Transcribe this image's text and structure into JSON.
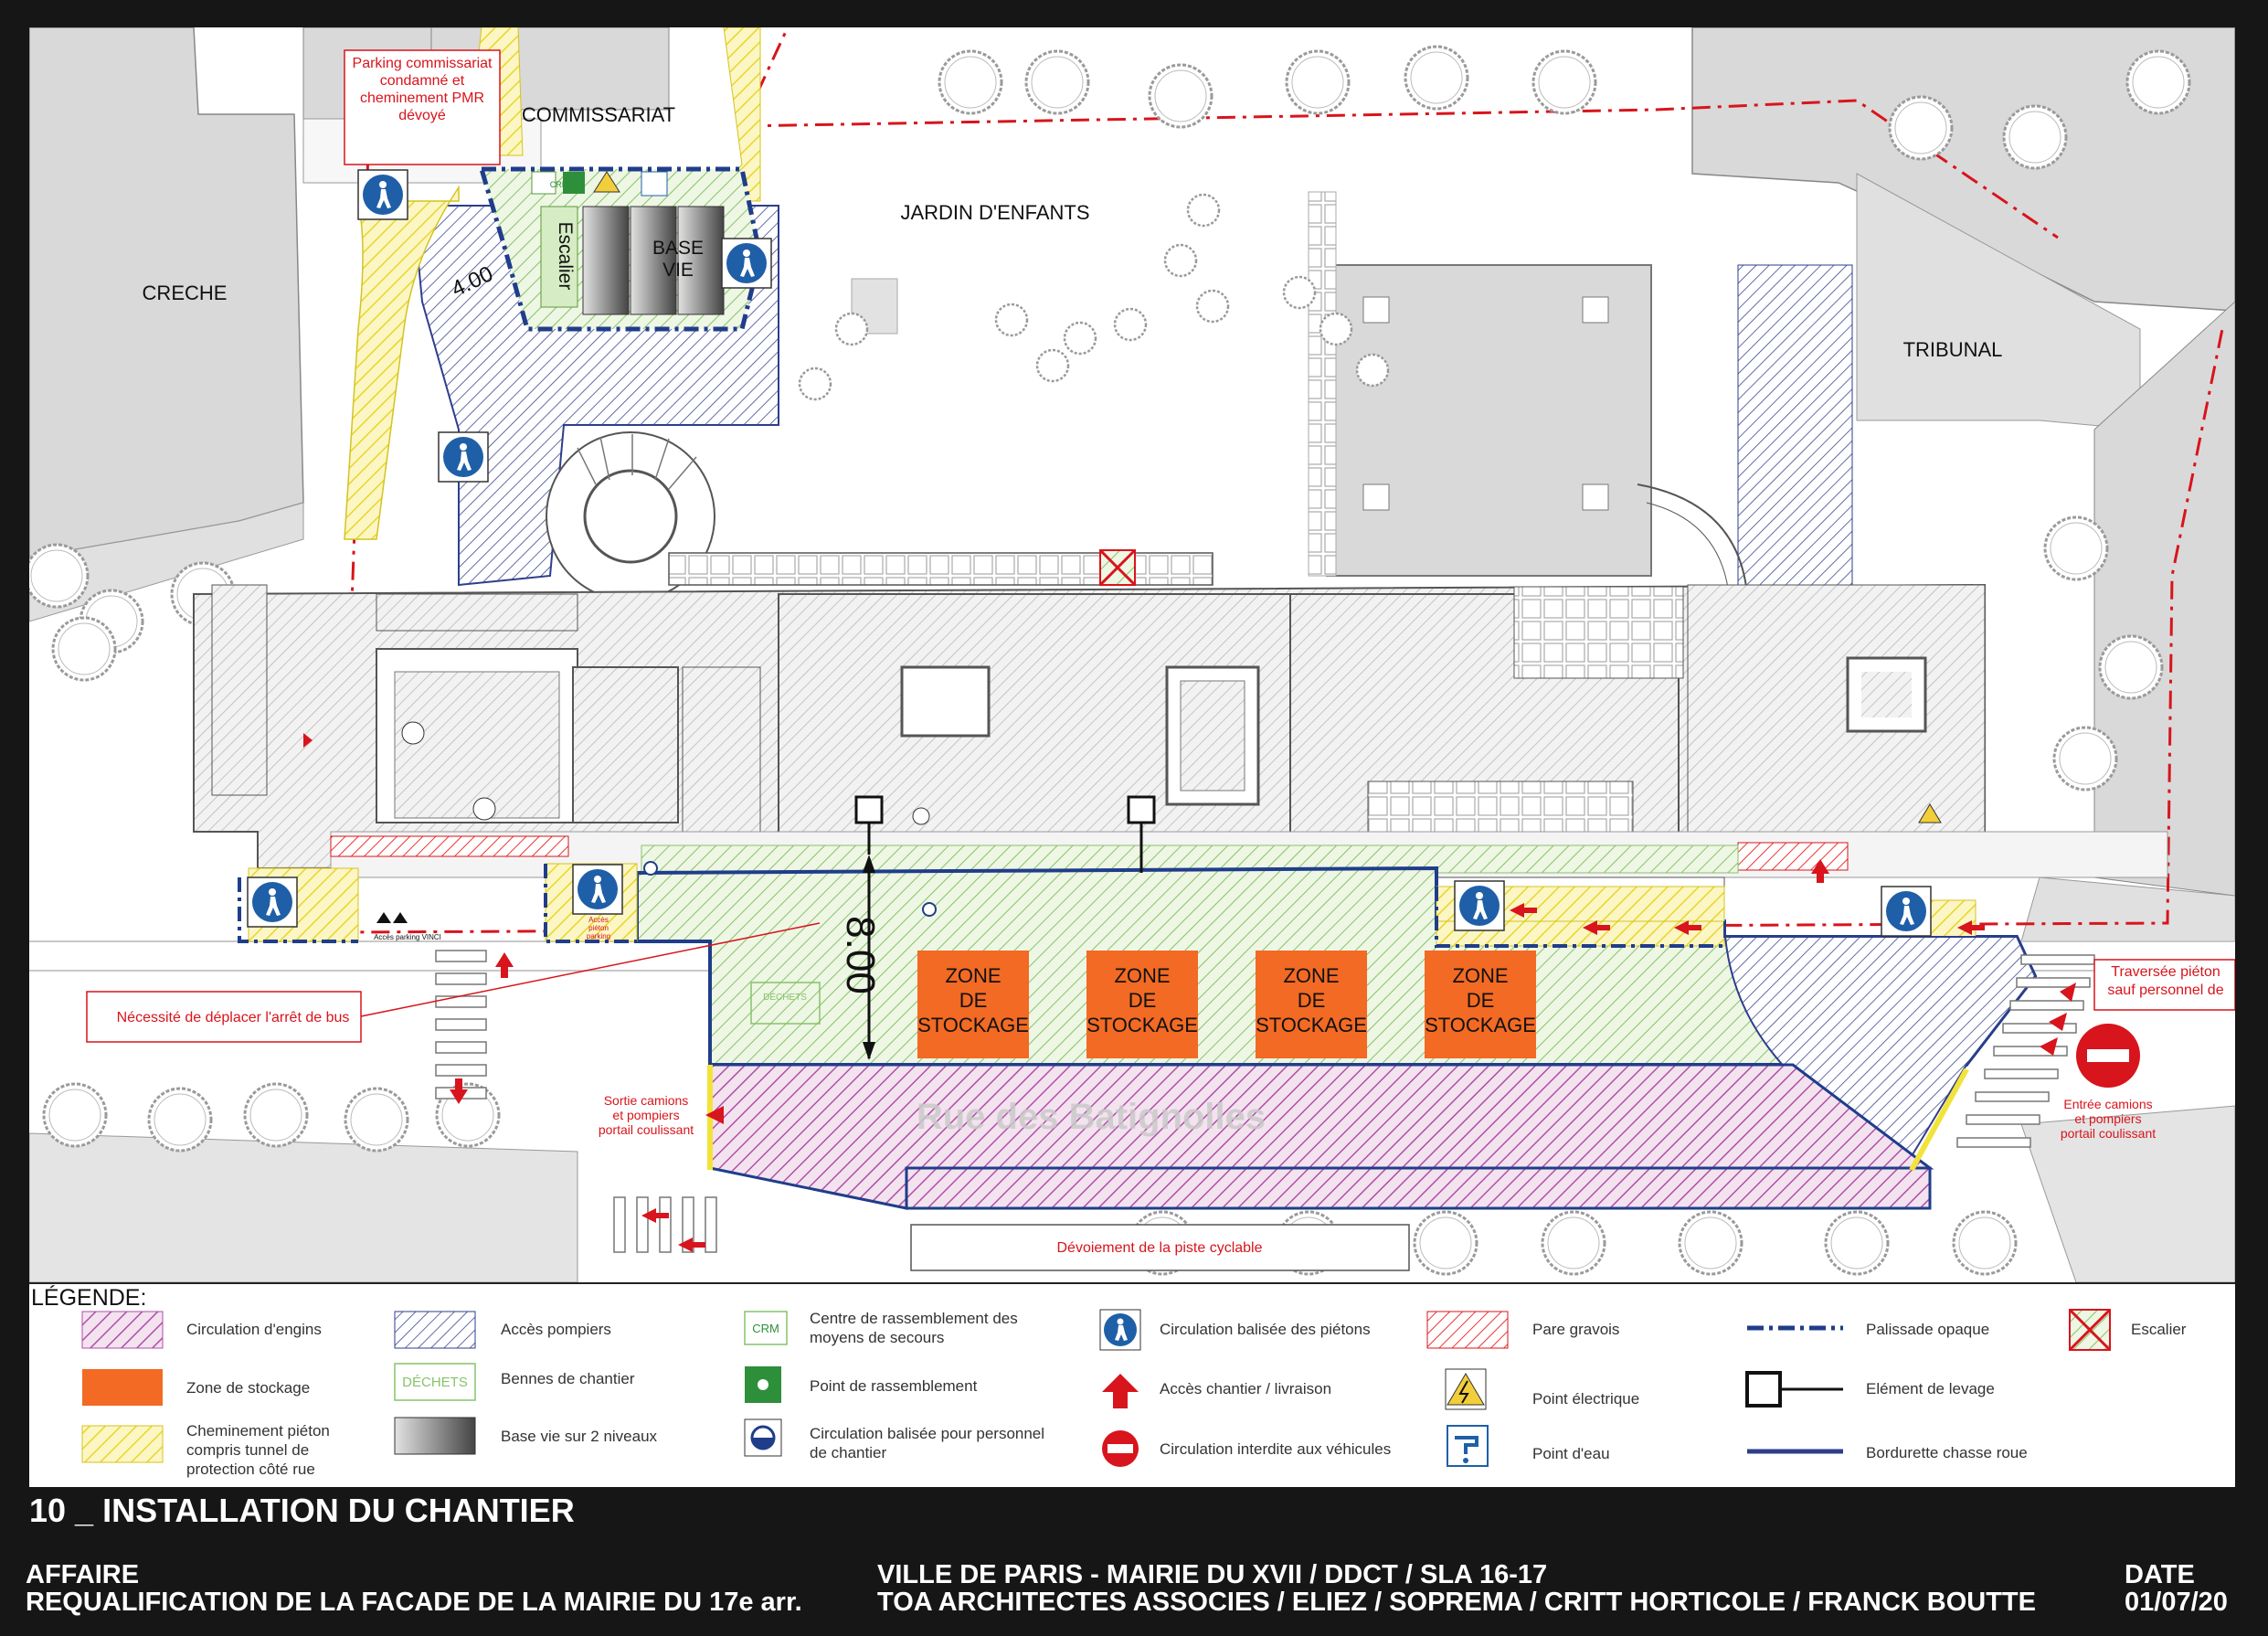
{
  "plan": {
    "building_labels": {
      "creche": "CRECHE",
      "commissariat": "COMMISSARIAT",
      "jardin": "JARDIN D'ENFANTS",
      "tribunal": "TRIBUNAL",
      "base_vie": "BASE\nVIE",
      "escalier": "Escalier"
    },
    "dimensions": {
      "top": "4.00",
      "main": "8.00"
    },
    "storage_zones": [
      {
        "label": "ZONE\nDE\nSTOCKAGE"
      },
      {
        "label": "ZONE\nDE\nSTOCKAGE"
      },
      {
        "label": "ZONE\nDE\nSTOCKAGE"
      },
      {
        "label": "ZONE\nDE\nSTOCKAGE"
      }
    ],
    "street_name": "Rue des Batignolles",
    "annotations": {
      "parking_notice": "Parking commissariat\ncondamné et\ncheminement PMR\ndévoyé",
      "bus_stop": "Nécessité de déplacer l'arrêt de bus",
      "exit_trucks": "Sortie camions\net pompiers\nportail coulissant",
      "entry_trucks": "Entrée camions\net pompiers\nportail coulissant",
      "crossing": "Traversée piéton\nsauf personnel de",
      "bike_path": "Dévoiement de la piste cyclable",
      "parking_access": "Accès parking VINCI",
      "ped_access": "Accès\npiéton\nparking",
      "crm_badge": "CRM",
      "dechets_badge": "DÉCHETS"
    },
    "colors": {
      "engins": "#b24ea8",
      "stockage": "#f26a23",
      "pieton": "#f2e33a",
      "pompiers": "#2e3e8c",
      "chantier_green": "#86c36a",
      "boundary": "#d8141c",
      "building": "#bdbdbd"
    }
  },
  "legend": {
    "title": "LÉGENDE:",
    "items": {
      "engins": "Circulation d'engins",
      "stockage": "Zone de stockage",
      "pieton": "Cheminement piéton\ncompris tunnel de\nprotection côté rue",
      "pompiers": "Accès pompiers",
      "bennes": "Bennes de chantier",
      "base_vie": "Base vie sur 2 niveaux",
      "crm": "Centre de rassemblement des\nmoyens de secours",
      "rassemblement": "Point de rassemblement",
      "circ_personnel": "Circulation balisée pour personnel\nde chantier",
      "circ_pietons": "Circulation balisée des piétons",
      "acces_livraison": "Accès chantier / livraison",
      "interdite": "Circulation interdite aux véhicules",
      "gravois": "Pare gravois",
      "electrique": "Point électrique",
      "eau": "Point d'eau",
      "palissade": "Palissade opaque",
      "levage": "Elément de levage",
      "bordurette": "Bordurette chasse roue",
      "escalier": "Escalier"
    },
    "badges": {
      "crm": "CRM",
      "dechets": "DÉCHETS"
    }
  },
  "titleblock": {
    "sheet_title": "10 _ INSTALLATION DU CHANTIER",
    "affaire_label": "AFFAIRE",
    "affaire_value": "REQUALIFICATION DE LA FACADE DE LA MAIRIE DU 17e  arr.",
    "client_line1": "VILLE DE PARIS - MAIRIE DU XVII / DDCT / SLA 16-17",
    "client_line2": "TOA ARCHITECTES ASSOCIES / ELIEZ / SOPREMA / CRITT HORTICOLE / FRANCK BOUTTE",
    "date_label": "DATE",
    "date_value": "01/07/20"
  }
}
